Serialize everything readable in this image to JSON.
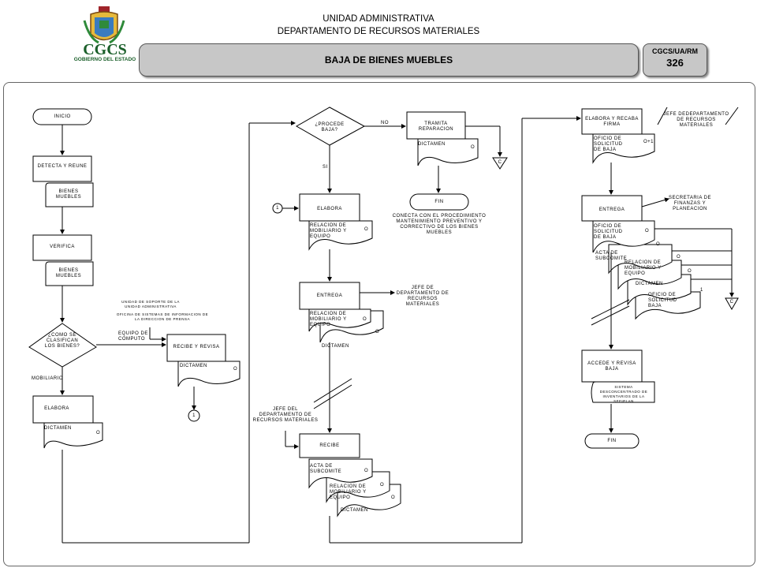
{
  "header": {
    "unit": "UNIDAD ADMINISTRATIVA",
    "department": "DEPARTAMENTO DE RECURSOS MATERIALES",
    "title": "BAJA DE BIENES MUEBLES",
    "code_label": "CGCS/UA/RM",
    "code_number": "326",
    "logo_text": "CGCS",
    "logo_sub": "GOBIERNO DEL ESTADO"
  },
  "col1": {
    "inicio": "INICIO",
    "detecta": "DETECTA Y REUNE",
    "bienes1": "BIENES MUEBLES",
    "verifica": "VERIFICA",
    "bienes2": "BIENES MUEBLES",
    "decision": "¿COMO SE CLASIFICAN LOS BIENES?",
    "mobiliario": "MOBILIARIO",
    "equipo": "EQUIPO DE COMPUTO",
    "elabora": "ELABORA",
    "dictamen": "DICTAMEN",
    "o": "O"
  },
  "col2": {
    "note1": "UNIDAD DE SOPORTE DE LA UNIDAD ADMINISTRATIVA",
    "note2": "OFICINA DE SISTEMAS DE INFORMACION DE LA DIRECCION DE PRENSA",
    "recibe": "RECIBE Y REVISA",
    "dictamen": "DICTAMEN",
    "o": "O",
    "conn": "1"
  },
  "col3": {
    "procede": "¿PROCEDE BAJA?",
    "no": "NO",
    "si": "SI",
    "tramita": "TRAMITA REPARACION",
    "dictamen": "DICTAMEN",
    "o": "O",
    "fin": "FIN",
    "fin_note": "CONECTA CON EL PROCEDIMIENTO MANTENIMIENTO PREVENTIVO Y CORRECTIVO DE LOS BIENES MUEBLES",
    "conn": "1",
    "elabora": "ELABORA",
    "relacion": "RELACION DE MOBILIARIO Y EQUIPO",
    "entrega": "ENTREGA",
    "jefe1": "JEFE DE DEPARTAMENTO DE RECURSOS MATERIALES",
    "relacion2": "RELACION DE MOBILIARIO Y EQUIPO",
    "dictamen2": "DICTAMEN",
    "jefe2": "JEFE DEL DEPARTAMENTO DE RECURSOS MATERIALES",
    "recibe": "RECIBE",
    "acta": "ACTA DE SUBCOMITE",
    "relacion3": "RELACION DE MOBILIARIO Y EQUIPO",
    "dictamen3": "DICTAMEN",
    "c": "C"
  },
  "col4": {
    "elabora_recaba": "ELABORA Y RECABA FIRMA",
    "jefe": "JEFE DEDEPARTAMENTO DE RECURSOS MATERIALES",
    "oficio": "OFICIO DE SOLICITUD DE BAJA",
    "o1": "O+1",
    "entrega": "ENTREGA",
    "secretaria": "SECRETARIA DE FINANZAS Y PLANEACION",
    "oficio2": "OFICIO DE SOLICITUD DE BAJA",
    "acta": "ACTA DE SUBCOMITE",
    "relacion": "RELACION DE MOBILIARIO Y EQUIPO",
    "dictamen": "DICTAMEN",
    "oficio3": "OFICIO DE SOLICITUD BAJA",
    "one": "1",
    "accede": "ACCEDE Y REVISA BAJA",
    "sistema": "SISTEMA DESCONCENTRADO DE INVENTARIOS DE LA SEFIPLAN",
    "fin": "FIN",
    "c": "C",
    "o": "O"
  }
}
